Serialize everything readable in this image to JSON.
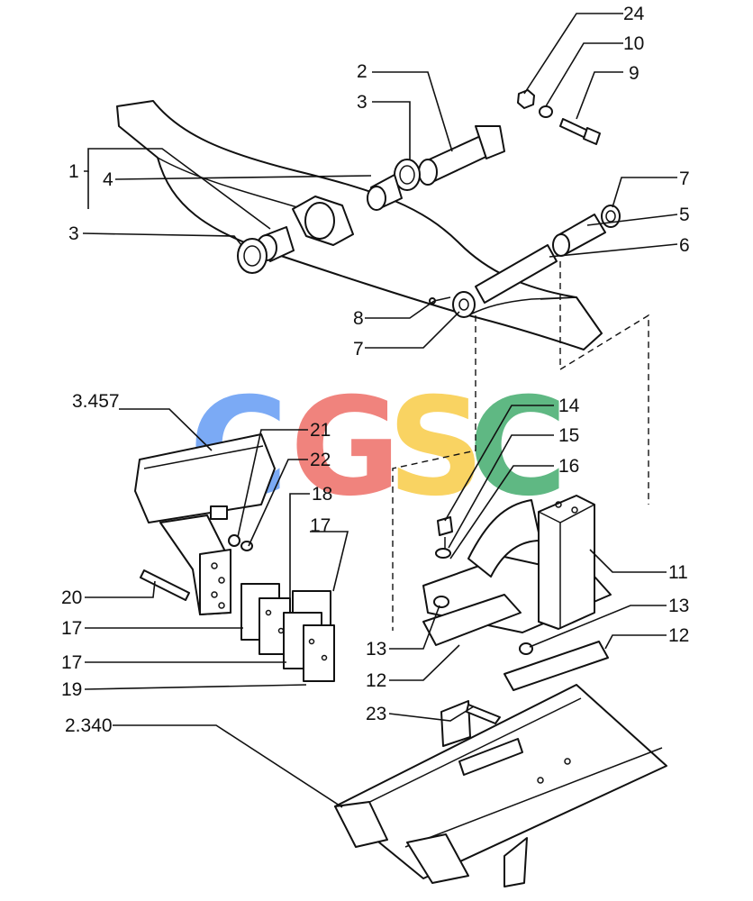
{
  "watermark": {
    "letters": [
      "C",
      "G",
      "S",
      "C"
    ],
    "colors": [
      "#4f8ef2",
      "#ec5a52",
      "#f7c52e",
      "#2aa15a"
    ]
  },
  "callouts": [
    "24",
    "10",
    "9",
    "2",
    "3",
    "1",
    "4",
    "3",
    "7",
    "5",
    "6",
    "8",
    "7",
    "3.457",
    "21",
    "22",
    "18",
    "17",
    "20",
    "17",
    "17",
    "19",
    "14",
    "15",
    "16",
    "11",
    "13",
    "13",
    "12",
    "12",
    "23",
    "2.340"
  ]
}
